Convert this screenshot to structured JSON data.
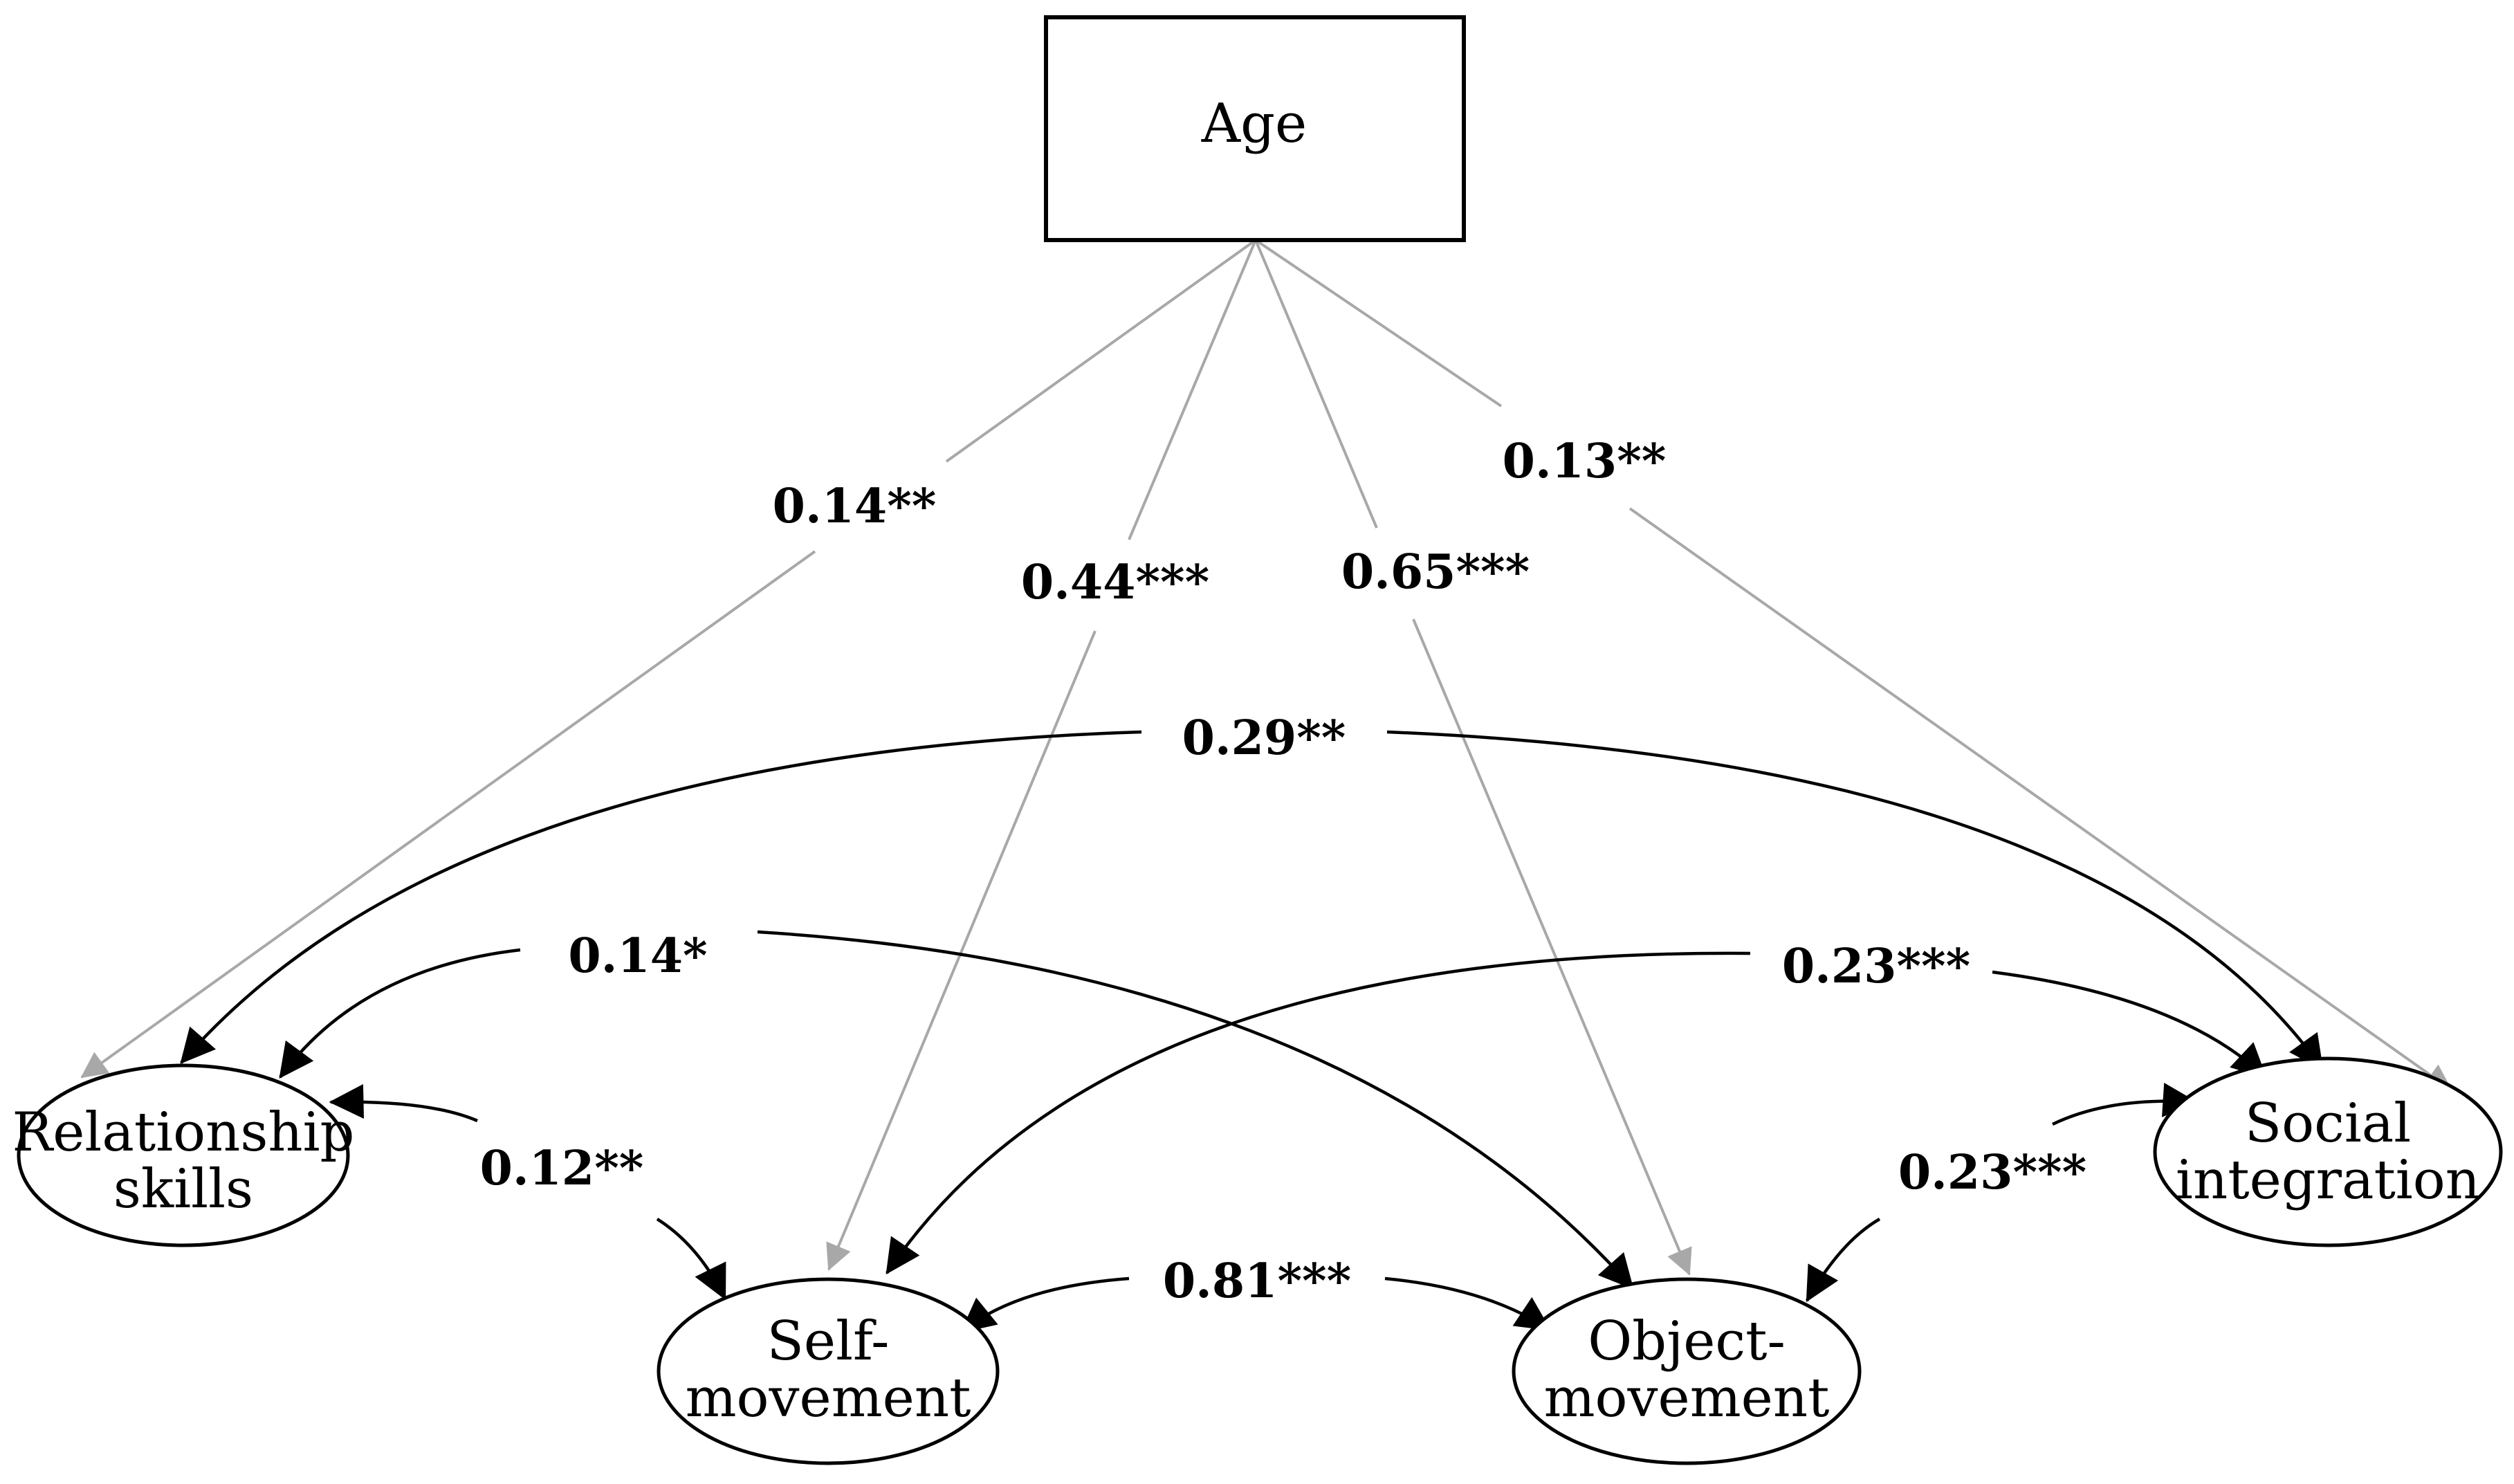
{
  "nodes": {
    "age": {
      "label": "Age"
    },
    "relationship_skills": {
      "line1": "Relationship",
      "line2": "skills"
    },
    "self_movement": {
      "line1": "Self-",
      "line2": "movement"
    },
    "object_movement": {
      "line1": "Object-",
      "line2": "movement"
    },
    "social_integration": {
      "line1": "Social",
      "line2": "integration"
    }
  },
  "age_paths": {
    "relationship_skills": "0.14**",
    "self_movement": "0.44***",
    "object_movement": "0.65***",
    "social_integration": "0.13**"
  },
  "correlations": {
    "relationship_social": "0.29**",
    "relationship_object": "0.14*",
    "self_social": "0.23***",
    "relationship_self": "0.12**",
    "self_object": "0.81***",
    "object_social": "0.23***"
  },
  "colors": {
    "direct_path": "#a8a8a8",
    "correlation": "#000000"
  }
}
